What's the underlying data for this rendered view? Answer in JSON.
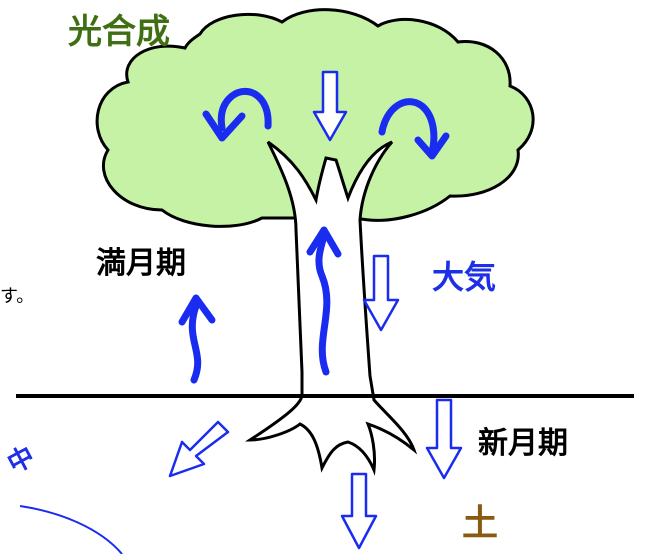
{
  "labels": {
    "photosynthesis": "光合成",
    "full_moon_phase": "満月期",
    "atmosphere": "大気",
    "new_moon_phase": "新月期",
    "soil": "土",
    "cropped_text": "す。",
    "cropped_middle": "中"
  },
  "colors": {
    "photosynthesis_text": "#3f6f12",
    "atmosphere_text": "#1e2fe8",
    "soil_text": "#8a5a10",
    "black_text": "#000000",
    "canopy_fill": "#c6f2a6",
    "arrow_blue": "#1a2cf0",
    "outline": "#000000"
  }
}
